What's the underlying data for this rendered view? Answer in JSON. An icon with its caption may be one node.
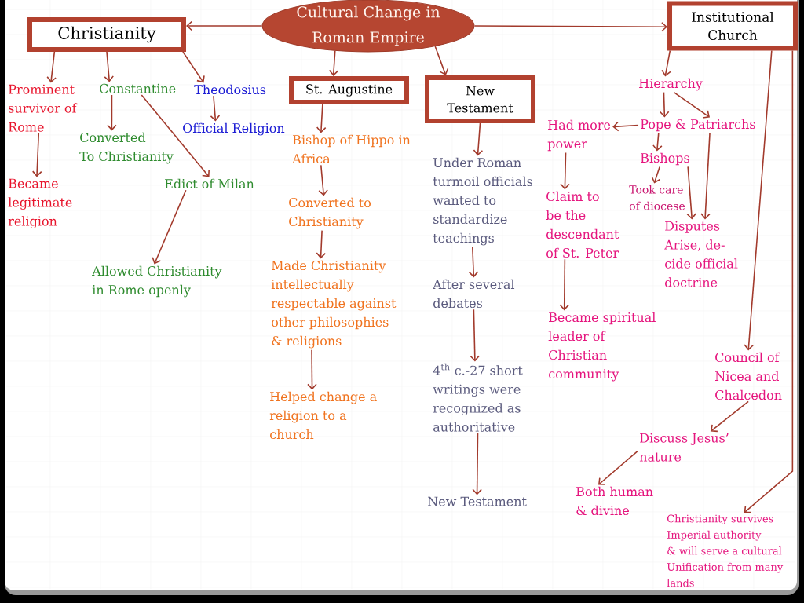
{
  "diagram": {
    "nodes": [
      {
        "text": [
          "Cultural Change in Roman Empire"
        ]
      },
      {
        "text": [
          "Christianity"
        ]
      },
      {
        "text": [
          "Institutional Church"
        ]
      },
      {
        "text": [
          "Prominent survivor of Rome"
        ]
      },
      {
        "text": [
          "Became legitimate religion"
        ]
      },
      {
        "text": [
          "Constantine"
        ]
      },
      {
        "text": [
          "Converted To Christianity"
        ]
      },
      {
        "text": [
          "Edict of Milan"
        ]
      },
      {
        "text": [
          "Allowed Christianity in Rome openly"
        ]
      },
      {
        "text": [
          "Theodosius"
        ]
      },
      {
        "text": [
          "Official Religion"
        ]
      },
      {
        "text": [
          "St. Augustine"
        ]
      },
      {
        "text": [
          "Bishop of Hippo in Africa"
        ]
      },
      {
        "text": [
          "Converted to Christianity"
        ]
      },
      {
        "text": [
          "Made Christianity intellectually respectable against other philosophies & religions"
        ]
      },
      {
        "text": [
          "Helped change a religion to a church"
        ]
      },
      {
        "text": [
          "New Testament"
        ]
      },
      {
        "text": [
          "Under Roman turmoil officials wanted to standardize teachings"
        ]
      },
      {
        "text": [
          "After several debates"
        ]
      },
      {
        "text": [
          "4$^{th}$ c.-27 short writings were recognized as authoritative"
        ]
      },
      {
        "text": [
          "New Testament"
        ]
      },
      {
        "text": [
          "Hierarchy"
        ]
      },
      {
        "text": [
          "Pope & Patriarchs"
        ]
      },
      {
        "text": [
          "Had more power"
        ]
      },
      {
        "text": [
          "Claim to be the descendant of St. Peter"
        ]
      },
      {
        "text": [
          "Became spiritual leader of Christian community"
        ]
      },
      {
        "text": [
          "Bishops"
        ]
      },
      {
        "text": [
          "Took care of diocese"
        ]
      },
      {
        "text": [
          "Disputes Arise, de- cide official doctrine"
        ]
      },
      {
        "text": [
          "Council of Nicea and Chalcedon"
        ]
      },
      {
        "text": [
          "Discuss Jesus’ nature"
        ]
      },
      {
        "text": [
          "Both human & divine"
        ]
      },
      {
        "text": [
          "Christianity survives Imperial authority & will serve a cultural Unification from many lands"
        ]
      }
    ],
    "edges": [
      {
        "from": 0,
        "to": 1,
        "arrow": "to"
      },
      {
        "from": 0,
        "to": 2,
        "arrow": "to"
      },
      {
        "from": 0,
        "to": 11,
        "arrow": "to"
      },
      {
        "from": 0,
        "to": 16,
        "arrow": "to"
      },
      {
        "from": 1,
        "to": 3,
        "arrow": "to"
      },
      {
        "from": 1,
        "to": 5,
        "arrow": "to"
      },
      {
        "from": 1,
        "to": 9,
        "arrow": "to"
      },
      {
        "from": 3,
        "to": 4,
        "arrow": "to"
      },
      {
        "from": 5,
        "to": 6,
        "arrow": "to"
      },
      {
        "from": 5,
        "to": 7,
        "arrow": "to"
      },
      {
        "from": 7,
        "to": 8,
        "arrow": "to"
      },
      {
        "from": 9,
        "to": 10,
        "arrow": "to"
      },
      {
        "from": 11,
        "to": 12,
        "arrow": "to"
      },
      {
        "from": 12,
        "to": 13,
        "arrow": "to"
      },
      {
        "from": 13,
        "to": 14,
        "arrow": "to"
      },
      {
        "from": 14,
        "to": 15,
        "arrow": "to"
      },
      {
        "from": 16,
        "to": 17,
        "arrow": "to"
      },
      {
        "from": 17,
        "to": 18,
        "arrow": "to"
      },
      {
        "from": 18,
        "to": 19,
        "arrow": "to"
      },
      {
        "from": 19,
        "to": 20,
        "arrow": "to"
      },
      {
        "from": 2,
        "to": 21,
        "arrow": "to"
      },
      {
        "from": 21,
        "to": 22,
        "arrow": "to"
      },
      {
        "from": 21,
        "to": 22,
        "arrow": "to"
      },
      {
        "from": 22,
        "to": 23,
        "arrow": "to"
      },
      {
        "from": 22,
        "to": 26,
        "arrow": "to"
      },
      {
        "from": 22,
        "to": 28,
        "arrow": "to"
      },
      {
        "from": 26,
        "to": 27,
        "arrow": "to"
      },
      {
        "from": 26,
        "to": 28,
        "arrow": "to"
      },
      {
        "from": 23,
        "to": 24,
        "arrow": "to"
      },
      {
        "from": 24,
        "to": 25,
        "arrow": "to"
      },
      {
        "from": 2,
        "to": 29,
        "arrow": "to"
      },
      {
        "from": 29,
        "to": 30,
        "arrow": "to"
      },
      {
        "from": 30,
        "to": 31,
        "arrow": "to"
      },
      {
        "from": 2,
        "to": 32,
        "arrow": "to"
      }
    ]
  }
}
